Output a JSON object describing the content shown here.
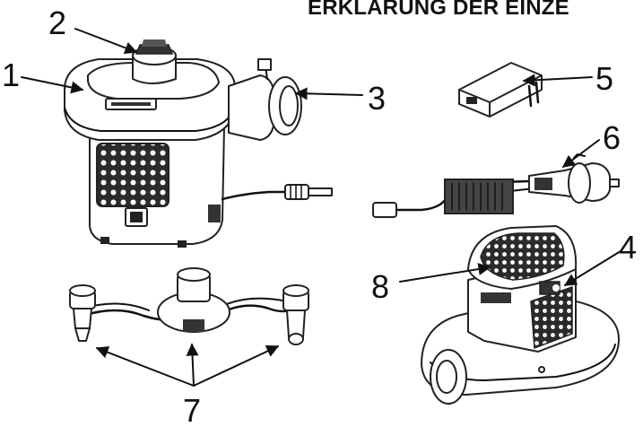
{
  "heading": "ERKLÄRUNG DER EINZE",
  "callouts": [
    {
      "id": "1",
      "label": "1"
    },
    {
      "id": "2",
      "label": "2"
    },
    {
      "id": "3",
      "label": "3"
    },
    {
      "id": "4",
      "label": "4"
    },
    {
      "id": "5",
      "label": "5"
    },
    {
      "id": "6",
      "label": "6"
    },
    {
      "id": "7",
      "label": "7"
    },
    {
      "id": "8",
      "label": "8"
    }
  ],
  "colors": {
    "ink": "#111111",
    "shade": "#3a3a3a",
    "paper": "#ffffff"
  }
}
